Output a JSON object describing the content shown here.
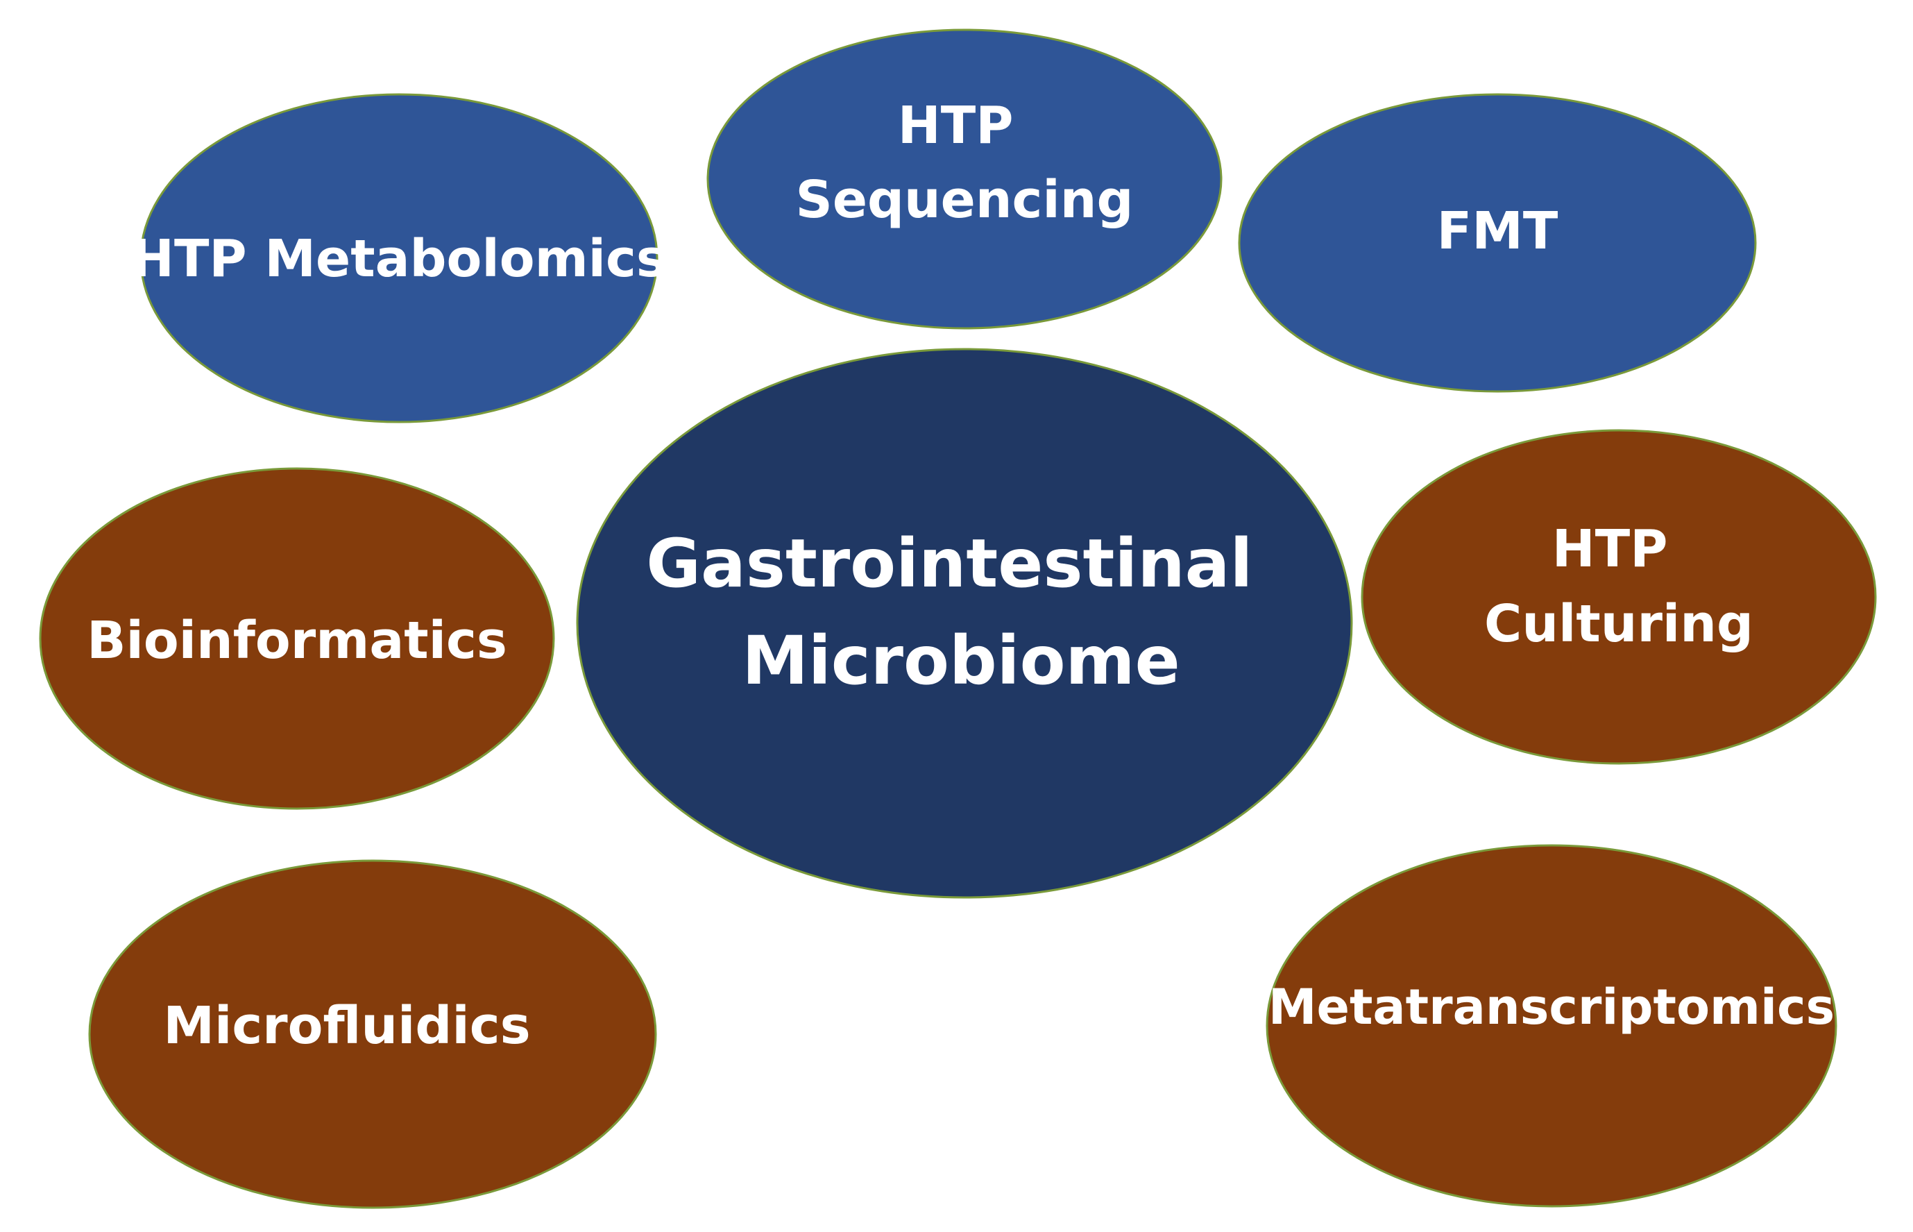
{
  "colors": {
    "center": "#203864",
    "blue": "#2F5597",
    "brown": "#843C0C",
    "text": "#FFFFFF",
    "outline": "#7A9A3A"
  },
  "center": {
    "lines": [
      "Gastrointestinal",
      "Microbiome"
    ]
  },
  "nodes": [
    {
      "id": "htp-metabolomics",
      "color": "blue",
      "lines": [
        "HTP Metabolomics"
      ]
    },
    {
      "id": "htp-sequencing",
      "color": "blue",
      "lines": [
        "HTP",
        "Sequencing"
      ]
    },
    {
      "id": "fmt",
      "color": "blue",
      "lines": [
        "FMT"
      ]
    },
    {
      "id": "bioinformatics",
      "color": "brown",
      "lines": [
        "Bioinformatics"
      ]
    },
    {
      "id": "htp-culturing",
      "color": "brown",
      "lines": [
        "HTP",
        "Culturing"
      ]
    },
    {
      "id": "microfluidics",
      "color": "brown",
      "lines": [
        "Microfluidics"
      ]
    },
    {
      "id": "metatranscriptomics",
      "color": "brown",
      "lines": [
        "Metatranscriptomics"
      ]
    }
  ]
}
